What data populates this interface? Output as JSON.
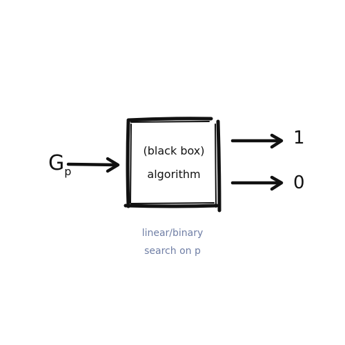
{
  "diagram": {
    "input": {
      "symbol": "G",
      "subscript": "p"
    },
    "box": {
      "line1": "(black box)",
      "line2": "algorithm"
    },
    "outputs": [
      "1",
      "0"
    ],
    "note": {
      "line1": "linear/binary",
      "line2": "search on p",
      "color": "#6f7ea5"
    },
    "stroke_color": "#111111"
  }
}
